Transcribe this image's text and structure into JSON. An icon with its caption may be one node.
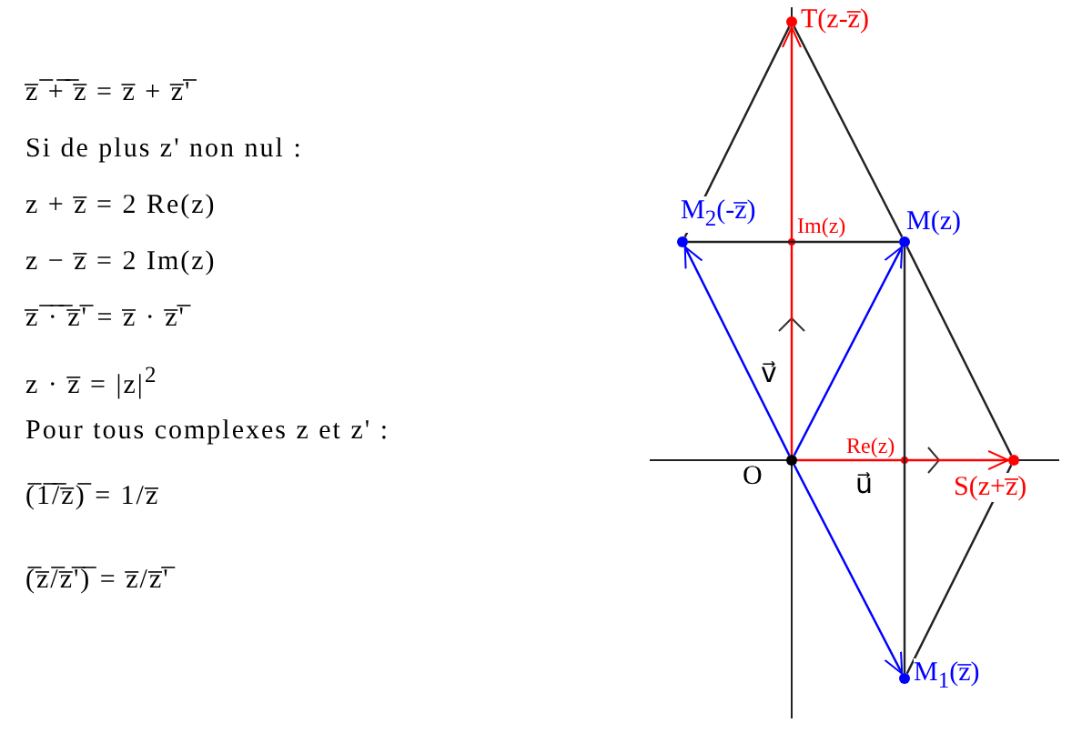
{
  "diagram": {
    "nodes": [
      {
        "text": [
          "T(z-z̅)"
        ]
      },
      {
        "text": [
          "M$_{2}$(-z̅)"
        ]
      },
      {
        "text": [
          "M(z)"
        ]
      },
      {
        "text": [
          "O"
        ]
      },
      {
        "text": [
          "S(z+z̅)"
        ]
      },
      {
        "text": [
          "M$_{1}$(z̅)"
        ]
      }
    ],
    "edges": [
      {
        "from": 3,
        "to": 0,
        "arrow": "to",
        "color": "#ff0000"
      },
      {
        "from": 3,
        "to": 1,
        "arrow": "to",
        "color": "#0000ff"
      },
      {
        "from": 3,
        "to": 2,
        "arrow": "to",
        "color": "#0000ff"
      },
      {
        "from": 3,
        "to": 4,
        "arrow": "to",
        "color": "#ff0000"
      },
      {
        "from": 3,
        "to": 5,
        "arrow": "to",
        "color": "#0000ff"
      },
      {
        "from": 0,
        "to": 1,
        "arrow": "none"
      },
      {
        "from": 0,
        "to": 2,
        "arrow": "none"
      },
      {
        "from": 1,
        "to": 2,
        "arrow": "none"
      },
      {
        "from": 2,
        "to": 4,
        "arrow": "none"
      },
      {
        "from": 2,
        "to": 5,
        "arrow": "none"
      },
      {
        "from": 4,
        "to": 5,
        "arrow": "none"
      }
    ],
    "labels": [
      "z̅ ̅+̅ ̅z̅ = z̅ + z̅'̅",
      "Si de plus z' non nul :",
      "z + z̅ = 2 Re(z)",
      "z − z̅ = 2 Im(z)",
      "z̅ ̅·̅ ̅z̅'̅ = z̅ · z̅'̅",
      "z · z̅ = |z|$^{2}$",
      "Pour tous complexes z et z' :",
      "(̅1̅/̅z̅)̅ = 1/z̅",
      "(̅z̅/̅z̅'̅)̅ = z̅/z̅'̅",
      "Im(z)",
      "v⃗",
      "Re(z)",
      "u⃗"
    ]
  }
}
